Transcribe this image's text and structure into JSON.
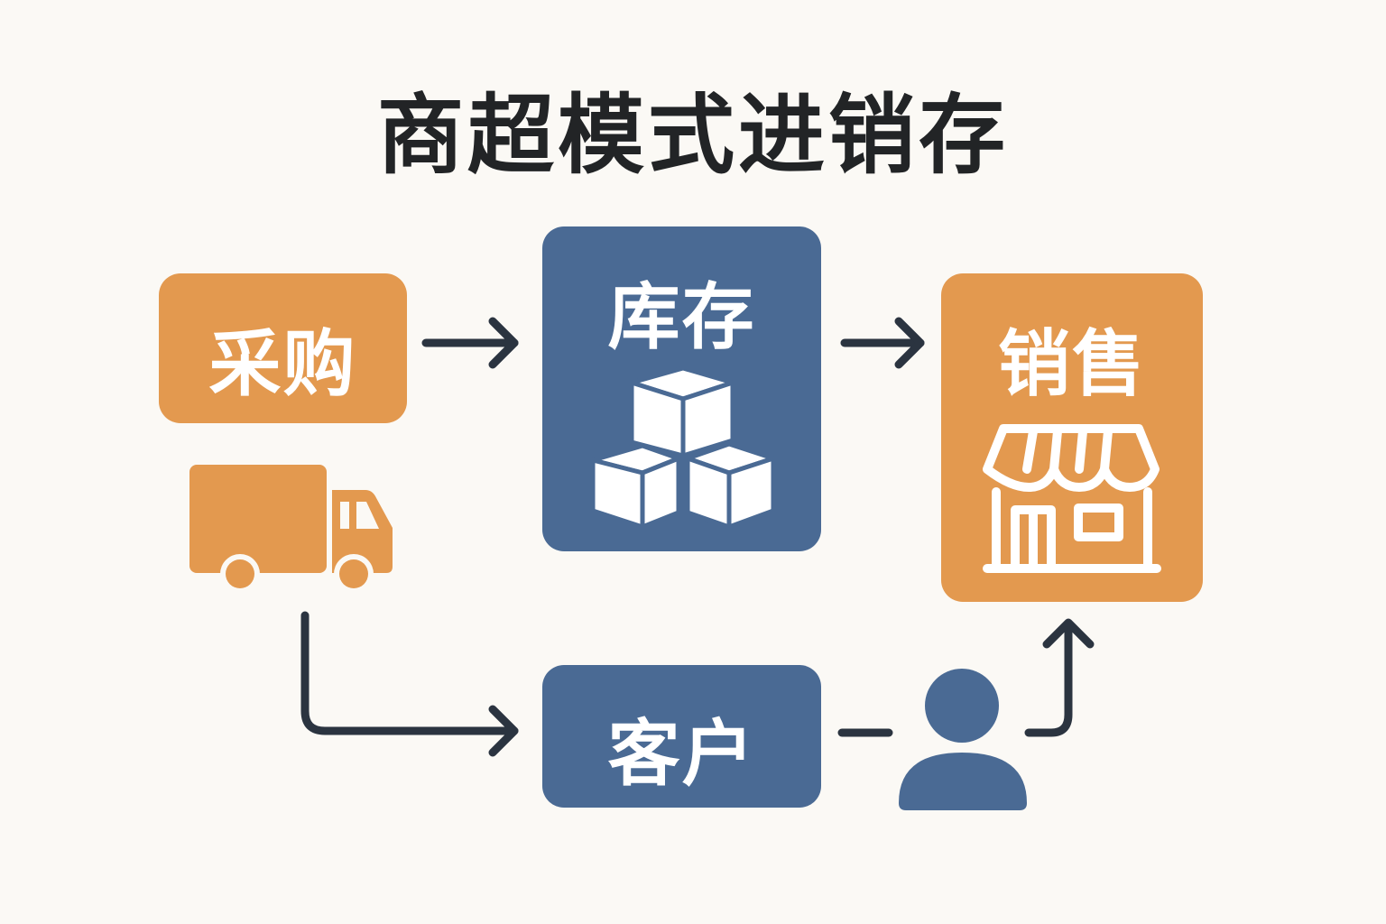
{
  "title": "商超模式进销存",
  "nodes": {
    "purchase": "采购",
    "inventory": "库存",
    "sales": "销售",
    "customer": "客户"
  },
  "icons": {
    "purchase": "truck-icon",
    "inventory": "boxes-icon",
    "sales": "store-icon",
    "customer": "person-icon"
  },
  "colors": {
    "orange": "#E3994F",
    "blue": "#4A6A94",
    "arrow": "#2B3440",
    "background": "#FBF9F5"
  }
}
